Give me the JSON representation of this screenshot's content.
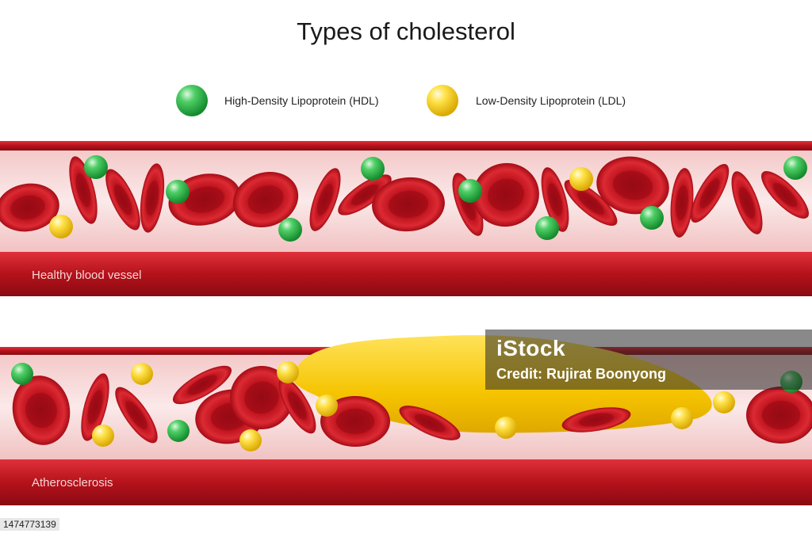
{
  "title": "Types of cholesterol",
  "legend": [
    {
      "label": "High-Density Lipoprotein (HDL)",
      "color": "#2db34a"
    },
    {
      "label": "Low-Density Lipoprotein (LDL)",
      "color": "#f2cc10"
    }
  ],
  "vessels": {
    "healthy": {
      "label": "Healthy blood vessel"
    },
    "atherosclerosis": {
      "label": "Atherosclerosis"
    }
  },
  "colors": {
    "vessel_wall": "#b5121b",
    "vessel_lumen": "#f7dcdc",
    "red_cell": "#c8101c",
    "plaque": "#f5c400",
    "hdl": "#2db34a",
    "ldl": "#f2cc10"
  },
  "watermark": {
    "logo": "iStock",
    "credit": "Credit: Rujirat Boonyong"
  },
  "stock_id": "1474773139"
}
